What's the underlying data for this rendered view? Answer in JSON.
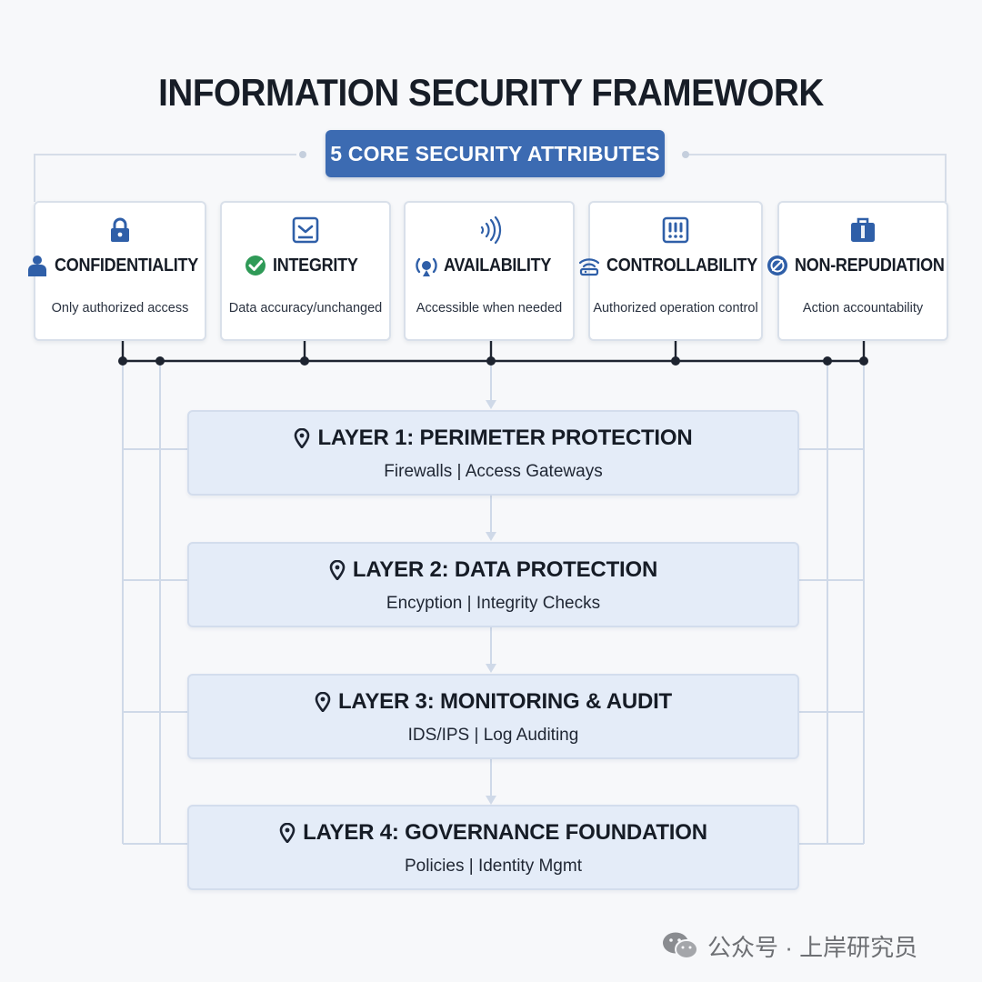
{
  "title": "INFORMATION SECURITY FRAMEWORK",
  "subtitle_badge": "5 CORE SECURITY ATTRIBUTES",
  "attributes": [
    {
      "name": "CONFIDENTIALITY",
      "description": "Only authorized access",
      "top_icon": "padlock-icon",
      "side_icon": "user-icon"
    },
    {
      "name": "INTEGRITY",
      "description": "Data accuracy/unchanged",
      "top_icon": "inbox-tray-icon",
      "side_icon": "check-shield-icon"
    },
    {
      "name": "AVAILABILITY",
      "description": "Accessible when needed",
      "top_icon": "signal-waves-icon",
      "side_icon": "broadcast-icon"
    },
    {
      "name": "CONTROLLABILITY",
      "description": "Authorized operation control",
      "top_icon": "control-panel-icon",
      "side_icon": "wifi-router-icon"
    },
    {
      "name": "NON-REPUDIATION",
      "description": "Action accountability",
      "top_icon": "briefcase-icon",
      "side_icon": "signed-badge-icon"
    }
  ],
  "layers": [
    {
      "title": "LAYER 1: PERIMETER PROTECTION",
      "items": "Firewalls | Access Gateways"
    },
    {
      "title": "LAYER 2: DATA PROTECTION",
      "items": "Encyption | Integrity Checks"
    },
    {
      "title": "LAYER 3: MONITORING & AUDIT",
      "items": "IDS/IPS | Log Auditing"
    },
    {
      "title": "LAYER 4: GOVERNANCE FOUNDATION",
      "items": "Policies | Identity Mgmt"
    }
  ],
  "watermark": "公众号 · 上岸研究员",
  "colors": {
    "accent_blue": "#3c6bb2",
    "layer_fill": "#e4ecf8",
    "connector_dark": "#1e2430",
    "connector_light": "#cfd9e8",
    "check_green": "#2f9a57"
  }
}
